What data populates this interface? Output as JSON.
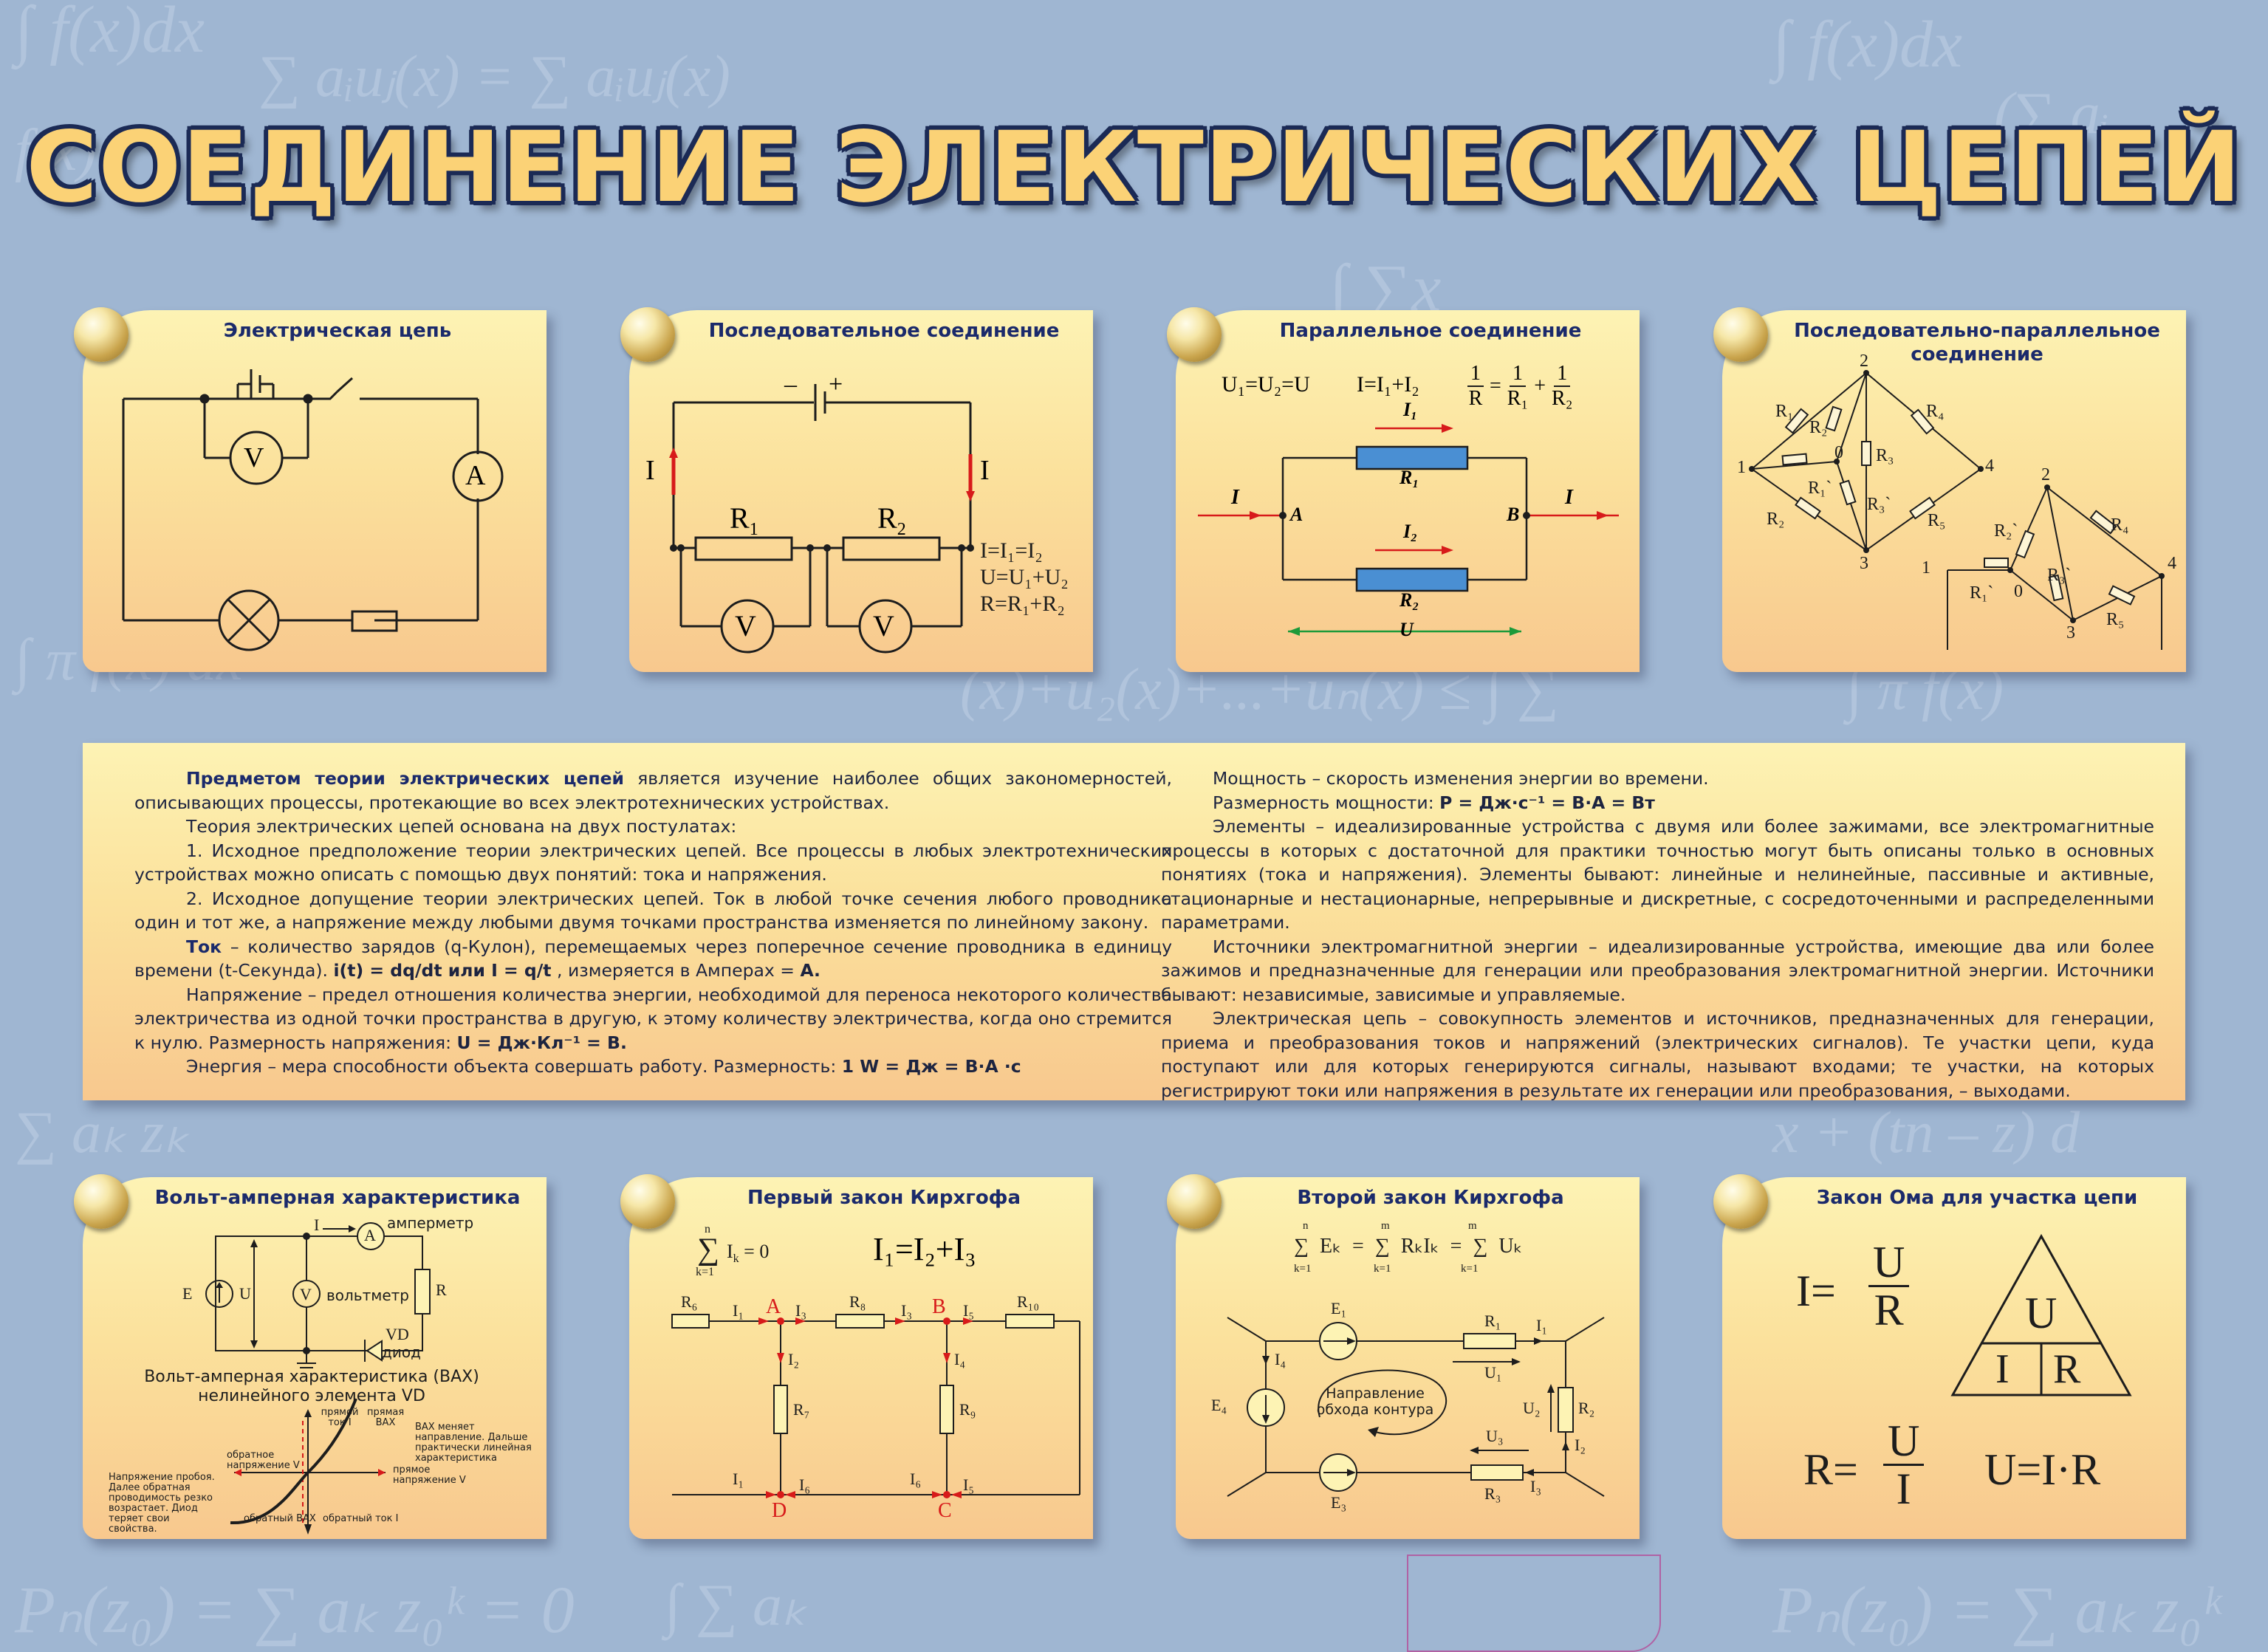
{
  "title": "СОЕДИНЕНИЕ ЭЛЕКТРИЧЕСКИХ ЦЕПЕЙ",
  "colors": {
    "background": "#9fb6d2",
    "card_top": "#fdf3b4",
    "card_bottom": "#f8c88e",
    "title_fill": "#fbd276",
    "title_outline": "#1b2a55",
    "heading": "#1b2a6b",
    "arrow_red": "#d71a1a",
    "resistor_blue": "#4a8fd3",
    "arrow_green": "#1c9a3a"
  },
  "cards": {
    "circuit": {
      "title": "Электрическая цепь",
      "V": "V",
      "A": "A"
    },
    "series": {
      "title": "Последовательное соединение",
      "minus": "–",
      "plus": "+",
      "I_left": "I",
      "I_right": "I",
      "R1": "R",
      "R1s": "1",
      "R2": "R",
      "R2s": "2",
      "V1": "V",
      "V2": "V",
      "eq1": "I=I₁=I₂",
      "eq2": "U=U₁+U₂",
      "eq3": "R=R₁+R₂"
    },
    "parallel": {
      "title": "Параллельное соединение",
      "eq1": "U₁=U₂=U",
      "eq2": "I=I₁+I₂",
      "frac_num1": "1",
      "frac_den1": "R",
      "frac_num2": "1",
      "frac_den2": "R₁",
      "frac_num3": "1",
      "frac_den3": "R₂",
      "I": "I",
      "I1": "I₁",
      "I2": "I₂",
      "R1": "R₁",
      "R2": "R₂",
      "A": "A",
      "B": "B",
      "U": "U"
    },
    "mixed": {
      "title": "Последовательно-параллельное соединение",
      "n1": "1",
      "n2": "2",
      "n3": "3",
      "n4": "4",
      "n0": "0",
      "R1": "R₁",
      "R2": "R₂",
      "R3": "R₃",
      "R4": "R₄",
      "R5": "R₅",
      "R1p": "R₁`",
      "R2p": "R₂`",
      "R3p": "R₃`",
      "m1": "1",
      "m2": "2",
      "m3": "3",
      "m4": "4",
      "m0": "0"
    },
    "vax": {
      "title": "Вольт-амперная характеристика",
      "I": "I",
      "A": "A",
      "ammeter": "амперметр",
      "E": "E",
      "U": "U",
      "V": "V",
      "voltmeter": "вольтметр",
      "R": "R",
      "VD": "VD",
      "diode": "диод",
      "caption1": "Вольт-амперная характеристика (ВАХ)",
      "caption2": "нелинейного элемента VD",
      "direct_current": "прямой ток I",
      "direct_vax": "прямая ВАХ",
      "note_right": "ВАХ меняет направление. Дальше практически линейная характеристика",
      "reverse_voltage": "обратное напряжение V",
      "direct_voltage": "прямое напряжение V",
      "breakdown": "Напряжение пробоя. Далее обратная проводимость резко возрастает. Диод теряет свои свойства.",
      "reverse_vax": "обратный ВАХ",
      "reverse_current": "обратный ток I"
    },
    "kirchhoff1": {
      "title": "Первый закон Кирхгофа",
      "sum_top": "n",
      "sum_bottom": "k=1",
      "sum_expr": "I",
      "sum_sub": "k",
      "eq_zero": " = 0",
      "eq2": "I₁=I₂+I₃",
      "R6": "R₆",
      "I1": "I₁",
      "A": "A",
      "I3": "I₃",
      "R8": "R₈",
      "I3b": "I₃",
      "B": "B",
      "I5": "I₅",
      "R10": "R₁₀",
      "I2": "I₂",
      "I4": "I₄",
      "R7": "R₇",
      "R9": "R₉",
      "I1b": "I₁",
      "I6": "I₆",
      "I6b": "I₆",
      "I5b": "I₅",
      "D": "D",
      "C": "C"
    },
    "kirchhoff2": {
      "title": "Второй закон Кирхгофа",
      "formula": "∑ Eₖ = ∑ RₖIₖ = ∑ Uₖ",
      "sum_n": "n",
      "sum_m1": "m",
      "sum_m2": "m",
      "sum_k1": "k=1",
      "sum_k2": "k=1",
      "sum_k3": "k=1",
      "E1": "E₁",
      "R1": "R₁",
      "I1": "I₁",
      "U1": "U₁",
      "I4": "I₄",
      "E4": "E₄",
      "dir1": "Направление",
      "dir2": "обхода контура",
      "U2": "U₂",
      "R2": "R₂",
      "I2": "I₂",
      "U3": "U₃",
      "E3": "E₃",
      "R3": "R₃",
      "I3": "I₃"
    },
    "ohm": {
      "title": "Закон Ома для участка цепи",
      "f1_left": "I=",
      "f1_num": "U",
      "f1_den": "R",
      "tri_U": "U",
      "tri_I": "I",
      "tri_R": "R",
      "f2_left": "R=",
      "f2_num": "U",
      "f2_den": "I",
      "f3": "U=I·R"
    }
  },
  "text_left": [
    {
      "bold": "Предметом теории электрических цепей",
      "rest": " является изучение наиболее общих закономерностей, описывающих процессы, протекающие во всех электротехнических устройствах."
    },
    {
      "text": "Теория электрических цепей основана на двух постулатах:"
    },
    {
      "text": "1. Исходное предположение теории электрических цепей. Все процессы в любых электротехнических устройствах можно описать с помощью двух понятий: тока и напряжения."
    },
    {
      "text": "2. Исходное допущение теории электрических цепей. Ток в любой точке сечения любого проводника один и тот же, а напряжение между любыми двумя точками пространства изменяется по линейному закону."
    },
    {
      "bold": "Ток",
      "rest": " – количество зарядов (q-Кулон), перемещаемых через поперечное сечение проводника в единицу времени (t-Секунда). ",
      "bold2": "i(t) = dq/dt или I = q/t",
      "rest2": " , измеряется в Амперах = ",
      "bold3": "A."
    },
    {
      "text": "Напряжение – предел отношения количества энергии, необходимой для переноса некоторого количества электричества из одной точки пространства в другую, к этому количеству электричества, когда оно стремится к нулю. Размерность напряжения: ",
      "bold": "U = Дж·Кл⁻¹ = В."
    },
    {
      "text": "Энергия – мера способности объекта совершать работу. Размерность: ",
      "bold": "1 W = Дж = В·А ·с"
    }
  ],
  "text_right": [
    {
      "text": "Мощность – скорость изменения энергии во времени."
    },
    {
      "text": "Размерность мощности:  ",
      "bold": "P = Дж·с⁻¹ = В·А = Вт"
    },
    {
      "text": "Элементы – идеализированные устройства с двумя или более зажимами, все электромагнитные процессы в которых с достаточной для практики точностью могут быть описаны только в основных понятиях (тока и напряжения). Элементы бывают: линейные и нелинейные, пассивные и активные, стационарные и нестационарные, непрерывные и дискретные, с сосредоточенными и распределенными параметрами."
    },
    {
      "text": "Источники электромагнитной энергии – идеализированные устройства, имеющие два или более зажимов и предназначенные для генерации или преобразования электромагнитной энергии. Источники бывают: независимые, зависимые и управляемые."
    },
    {
      "text": "Электрическая цепь – совокупность элементов и источников, предназначенных для генерации, приема и преобразования токов и напряжений (электрических сигналов). Те участки цепи, куда поступают или для которых генерируются сигналы, называют входами; те участки, на которых регистрируют токи или напряжения в результате их генерации или преобразования, – выходами."
    }
  ]
}
